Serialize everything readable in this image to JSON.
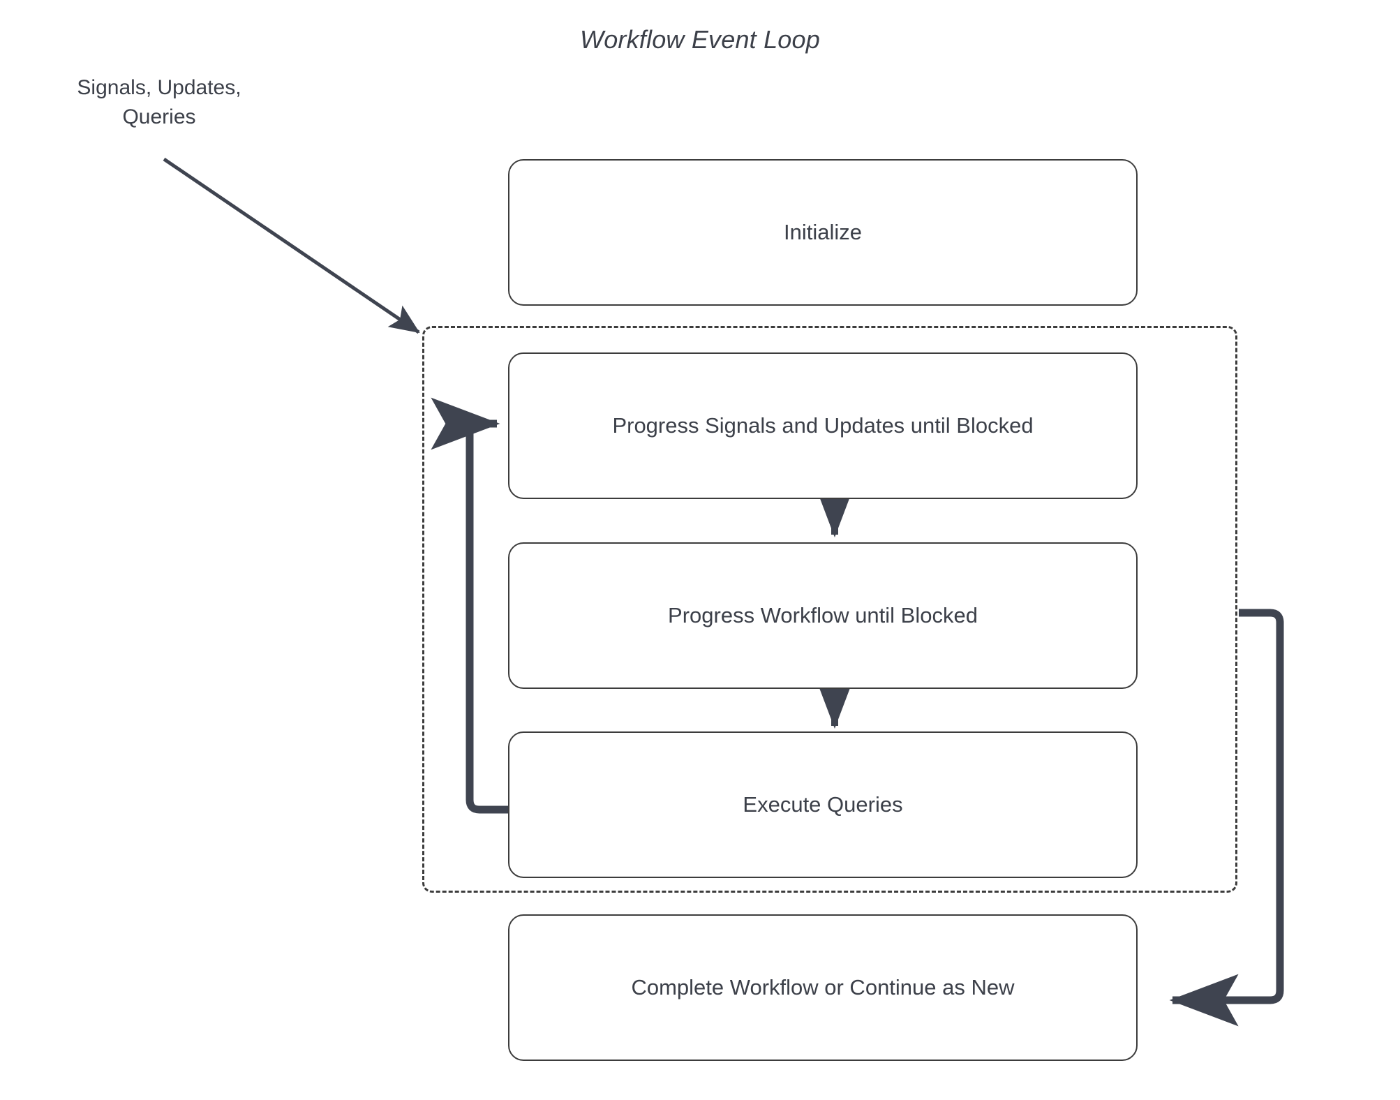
{
  "diagram": {
    "title": "Workflow Event Loop",
    "type": "flowchart",
    "background_color": "#ffffff",
    "node_border_color": "#3c3c3c",
    "text_color": "#3c4049",
    "edge_color": "#3f4450",
    "external_label": {
      "name": "signals-updates-queries-label",
      "line1": "Signals, Updates,",
      "line2": "Queries",
      "text": "Signals, Updates,\nQueries"
    },
    "loop_container": {
      "name": "event-loop-group",
      "style": "dashed"
    },
    "nodes": [
      {
        "id": "initialize",
        "label": "Initialize"
      },
      {
        "id": "progress-signals-updates",
        "label": "Progress Signals and Updates until Blocked"
      },
      {
        "id": "progress-workflow",
        "label": "Progress Workflow until Blocked"
      },
      {
        "id": "execute-queries",
        "label": "Execute Queries"
      },
      {
        "id": "complete-workflow",
        "label": "Complete Workflow or Continue as New"
      }
    ],
    "edges": [
      {
        "id": "signals-to-loop",
        "from": "Signals, Updates, Queries",
        "to": "event loop",
        "style": "diagonal-arrow"
      },
      {
        "id": "signals-to-workflow",
        "from": "Progress Signals and Updates until Blocked",
        "to": "Progress Workflow until Blocked",
        "style": "down-arrow"
      },
      {
        "id": "workflow-to-queries",
        "from": "Progress Workflow until Blocked",
        "to": "Execute Queries",
        "style": "down-arrow"
      },
      {
        "id": "queries-loopback",
        "from": "Execute Queries",
        "to": "Progress Signals and Updates until Blocked",
        "style": "left-loopback-arrow"
      },
      {
        "id": "loop-to-complete",
        "from": "event loop",
        "to": "Complete Workflow or Continue as New",
        "style": "right-loopback-arrow"
      }
    ]
  }
}
